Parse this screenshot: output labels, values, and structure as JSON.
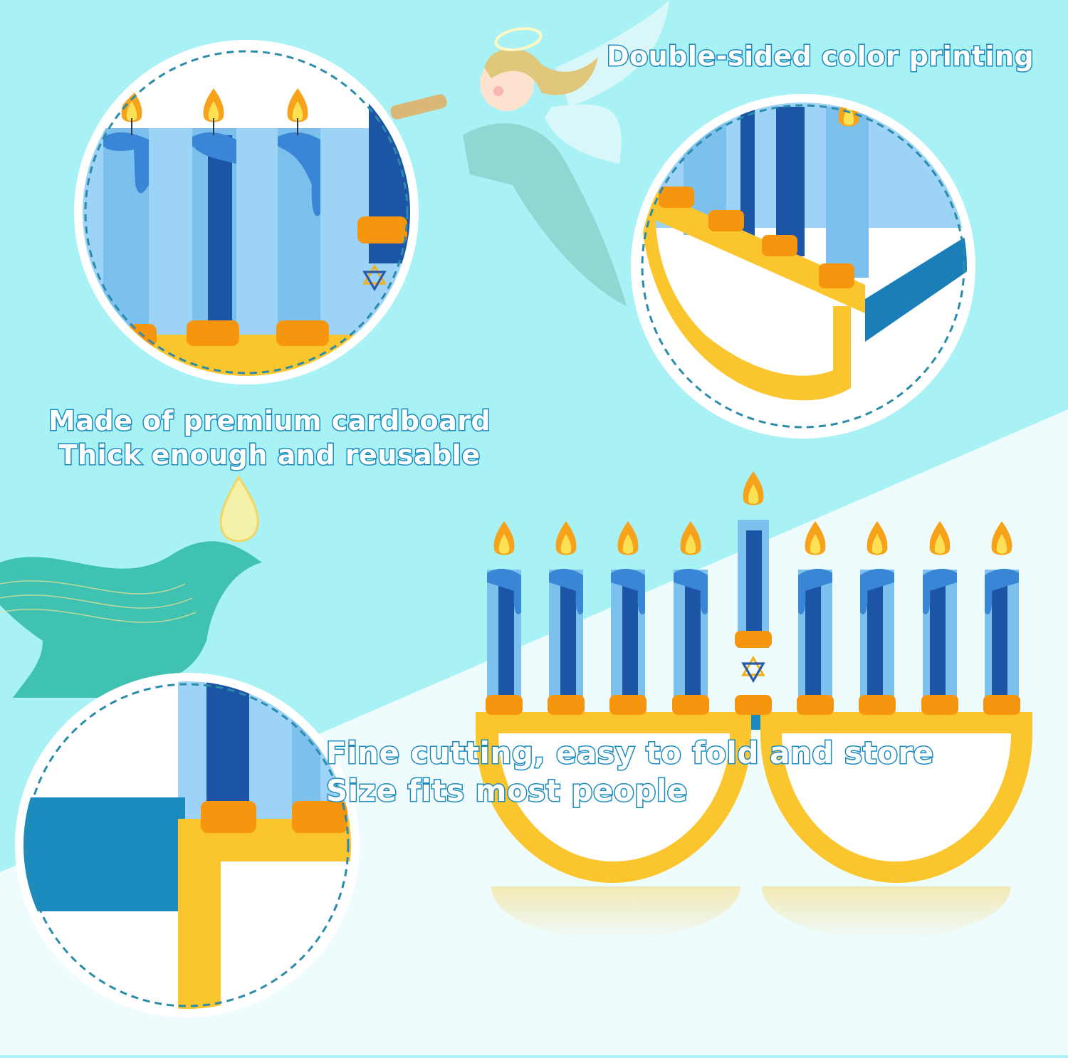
{
  "captions": {
    "double_sided": "Double-sided color printing",
    "material_line1": "Made of premium cardboard",
    "material_line2": "Thick enough and reusable",
    "cutting_line1": "Fine cutting, easy to fold and store",
    "cutting_line2": "Size fits most people"
  },
  "colors": {
    "background_top": "#a8f2f6",
    "background_bottom": "#eefcfd",
    "frame_yellow": "#fbc62d",
    "candle_light": "#7cc0ee",
    "candle_dark": "#1d55a6",
    "holder_orange": "#f6960f",
    "flame_orange": "#f7a21b",
    "flame_yellow": "#fde154",
    "caption_stroke": "#1a8bbf",
    "dashed_circle": "#2a8ca8"
  },
  "icons": [
    "star-of-david-icon",
    "candle-flame-icon",
    "angel-illustration",
    "dove-illustration",
    "oil-drop-icon"
  ]
}
